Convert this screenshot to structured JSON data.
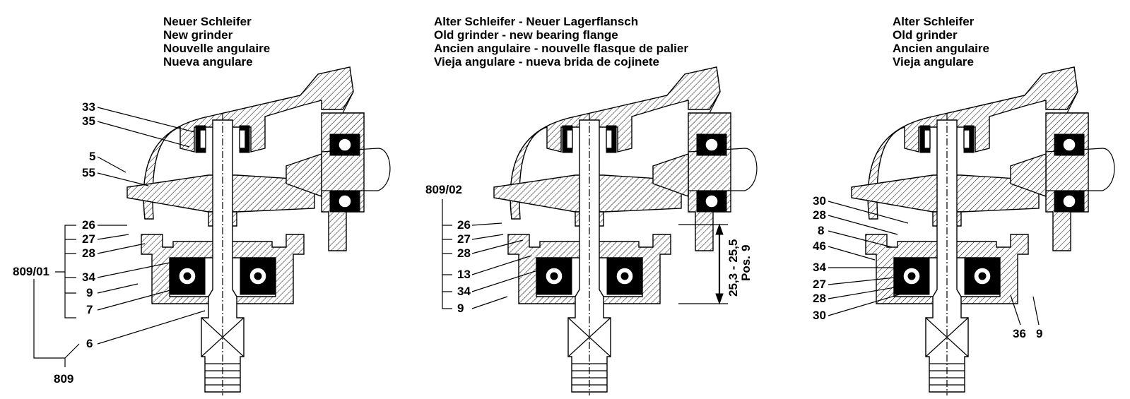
{
  "panels": [
    {
      "title_lines": [
        "Neuer Schleifer",
        "New grinder",
        "Nouvelle angulaire",
        "Nueva angulare"
      ],
      "labels": [
        "33",
        "35",
        "5",
        "55",
        "26",
        "27",
        "28",
        "34",
        "9",
        "7",
        "6",
        "809/01",
        "809"
      ]
    },
    {
      "title_lines": [
        "Alter Schleifer - Neuer Lagerflansch",
        "Old grinder - new bearing flange",
        "Ancien angulaire - nouvelle flasque de palier",
        "Vieja angulare - nueva brida de cojinete"
      ],
      "labels": [
        "809/02",
        "26",
        "27",
        "28",
        "13",
        "34",
        "9"
      ],
      "dimension": {
        "range": "25,3 - 25,5",
        "pos_label": "Pos.",
        "pos_value": "9"
      }
    },
    {
      "title_lines": [
        "Alter Schleifer",
        "Old grinder",
        "Ancien angulaire",
        "Vieja angulare"
      ],
      "labels": [
        "30",
        "28",
        "8",
        "46",
        "34",
        "27",
        "28",
        "30",
        "36",
        "9"
      ]
    }
  ]
}
